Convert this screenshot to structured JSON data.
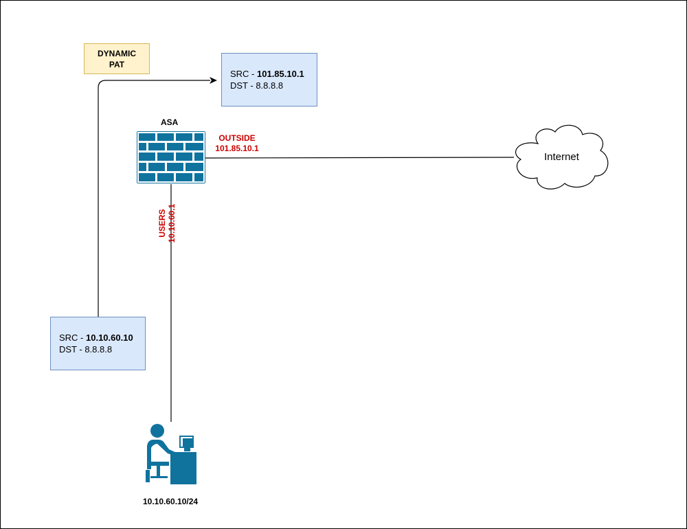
{
  "nat_label": [
    "DYNAMIC",
    "PAT"
  ],
  "translated_box": {
    "src_prefix": "SRC - ",
    "src_ip": "101.85.10.1",
    "dst": "DST - 8.8.8.8"
  },
  "original_box": {
    "src_prefix": "SRC - ",
    "src_ip": "10.10.60.10",
    "dst": "DST - 8.8.8.8"
  },
  "firewall": {
    "label": "ASA"
  },
  "outside_iface": {
    "name": "OUTSIDE",
    "ip": "101.85.10.1"
  },
  "users_iface": {
    "name": "USERS",
    "ip": "10.10.60.1"
  },
  "cloud": {
    "label": "Internet"
  },
  "host": {
    "label": "10.10.60.10/24"
  },
  "colors": {
    "box_fill": "#dae8fc",
    "box_border": "#6c8ebf",
    "note_fill": "#fff2cc",
    "note_border": "#d6b656",
    "interface_label": "#cc0000",
    "device": "#10739e"
  }
}
